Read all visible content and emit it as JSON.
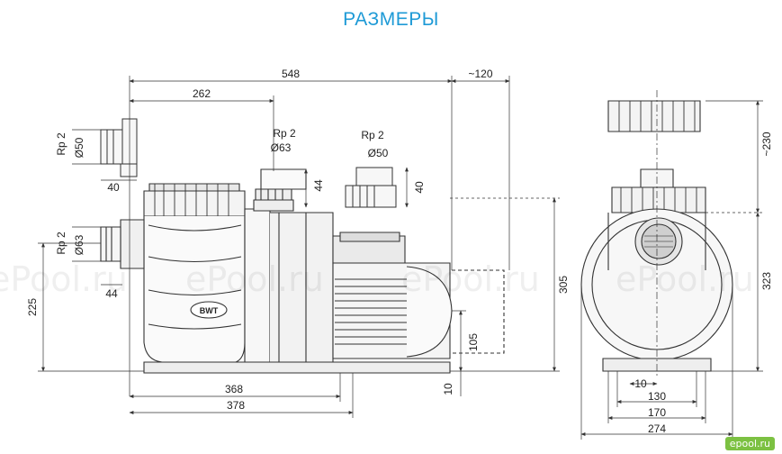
{
  "title": "РАЗМЕРЫ",
  "watermark": "ePool.ru",
  "logo_text": "epool.ru",
  "brand_label": "BWT",
  "dims": {
    "d548": "548",
    "d120": "~120",
    "d262": "262",
    "rp2_a": "Rp 2",
    "rp2_b": "Rp 2",
    "rp2_c": "Rp 2",
    "rp2_d": "Rp 2",
    "o50_a": "Ø50",
    "o50_b": "Ø50",
    "o63_a": "Ø63",
    "o63_b": "Ø63",
    "d40_a": "40",
    "d40_b": "40",
    "d44_a": "44",
    "d44_b": "44",
    "d225": "225",
    "d305": "305",
    "d105": "105",
    "d10_a": "10",
    "d368": "368",
    "d378": "378",
    "d230": "~230",
    "d323": "323",
    "d10_b": "10",
    "d130": "130",
    "d170": "170",
    "d274": "274"
  }
}
